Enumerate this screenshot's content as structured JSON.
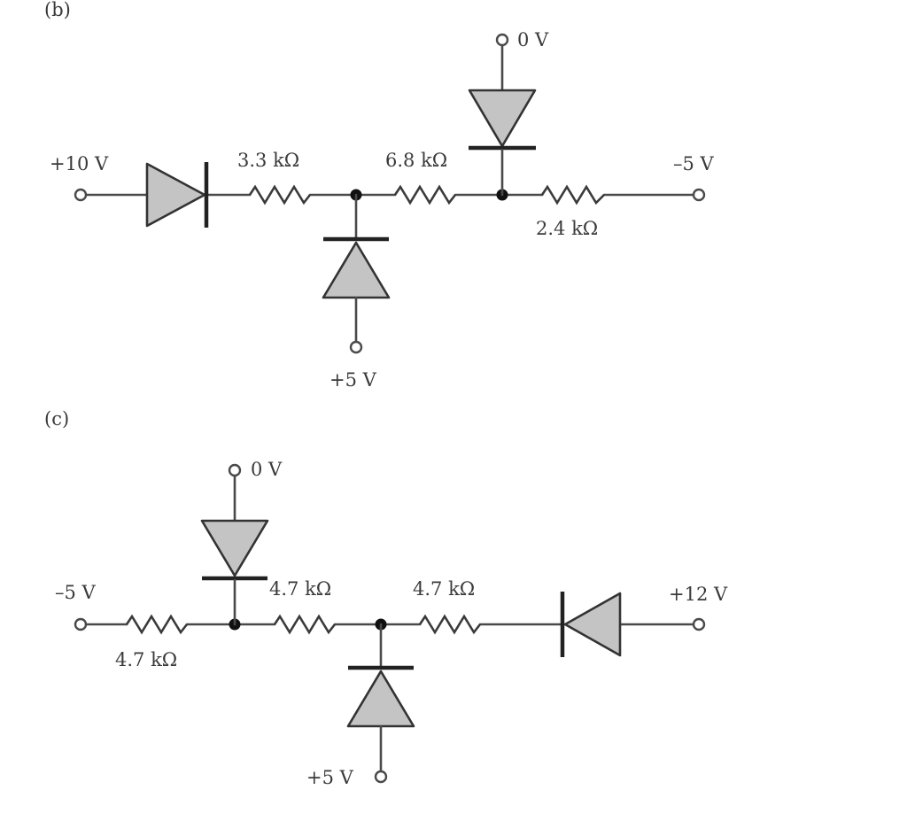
{
  "panel_b": {
    "label": "(b)",
    "input_left": "+10 V",
    "r1": "3.3 kΩ",
    "r2": "6.8 kΩ",
    "r3": "2.4 kΩ",
    "top_supply": "0 V",
    "right_supply": "–5 V",
    "bottom_supply": "+5 V"
  },
  "panel_c": {
    "label": "(c)",
    "left_supply": "–5 V",
    "r_left": "4.7 kΩ",
    "r_mid": "4.7 kΩ",
    "r_right": "4.7 kΩ",
    "top_supply": "0 V",
    "right_supply": "+12 V",
    "bottom_supply": "+5 V"
  },
  "colors": {
    "diode_fill": "#c4c4c4",
    "wire": "#4a4a4a"
  }
}
